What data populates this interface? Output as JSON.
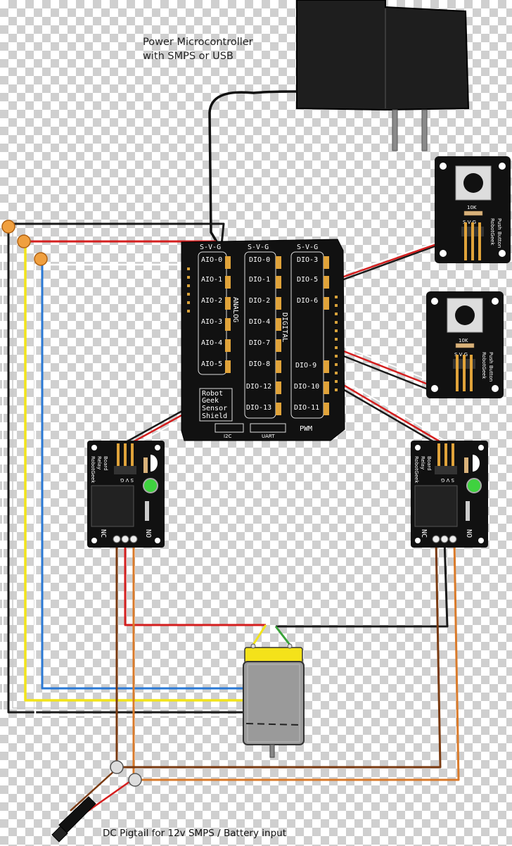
{
  "labels": {
    "power": [
      "Power Microcontroller",
      "with SMPS or USB"
    ],
    "pigtail": "DC Pigtail for 12v SMPS / Battery input"
  },
  "shield": {
    "headers": [
      "S-V-G",
      "S-V-G",
      "S-V-G"
    ],
    "analog_pins": [
      "AIO-0",
      "AIO-1",
      "AIO-2",
      "AIO-3",
      "AIO-4",
      "AIO-5"
    ],
    "digital_pins_a": [
      "DIO-0",
      "DIO-1",
      "DIO-2",
      "DIO-4",
      "DIO-7",
      "DIO-8",
      "DIO-12",
      "DIO-13"
    ],
    "digital_pins_b": [
      "DIO-3",
      "DIO-5",
      "DIO-6",
      "DIO-9",
      "DIO-10",
      "DIO-11"
    ],
    "analog_label": "ANALOG",
    "digital_label": "DIGITAL",
    "brand_lines": [
      "Robot",
      "Geek",
      "Sensor",
      "Shield"
    ],
    "pwm_label": "PWM",
    "i2c_label": "I2C",
    "uart_label": "UART"
  },
  "buttons": [
    {
      "resistor_label": "10K",
      "pins": "S V G",
      "name_lines": [
        "RobotGeek",
        "Push Button"
      ]
    },
    {
      "resistor_label": "10K",
      "pins": "S V G",
      "name_lines": [
        "RobotGeek",
        "Push Button"
      ]
    }
  ],
  "relays": [
    {
      "name_lines": [
        "RobotGeek",
        "Relay",
        "Board"
      ],
      "pins": "S V G",
      "nc": "NC",
      "no": "NO"
    },
    {
      "name_lines": [
        "RobotGeek",
        "Relay",
        "Board"
      ],
      "pins": "S V G",
      "nc": "NC",
      "no": "NO"
    }
  ],
  "colors": {
    "wire_black": "#1a1a1a",
    "wire_red": "#d41e1e",
    "wire_white": "#ffffff",
    "wire_yellow": "#f2e41b",
    "wire_blue": "#2a78d4",
    "wire_brown": "#7a3a10",
    "wire_orange": "#d97a2a",
    "wire_green": "#3aa33a",
    "board": "#111111",
    "connector_orange": "#f0a040",
    "led_green": "#3fd23f"
  }
}
